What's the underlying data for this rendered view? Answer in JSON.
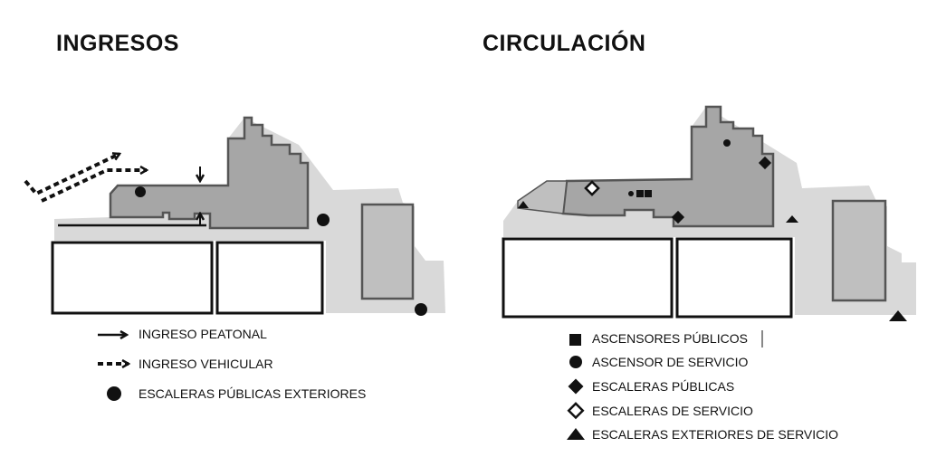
{
  "panels": {
    "ingresos": {
      "title": "INGRESOS",
      "legend": [
        {
          "symbol": "arrow-solid",
          "label": "INGRESO PEATONAL"
        },
        {
          "symbol": "arrow-dashed",
          "label": "INGRESO VEHICULAR"
        },
        {
          "symbol": "dot",
          "label": "ESCALERAS PÚBLICAS EXTERIORES"
        }
      ]
    },
    "circulacion": {
      "title": "CIRCULACIÓN",
      "legend": [
        {
          "symbol": "square",
          "label": "ASCENSORES PÚBLICOS"
        },
        {
          "symbol": "dot",
          "label": "ASCENSOR DE SERVICIO"
        },
        {
          "symbol": "diamond-filled",
          "label": "ESCALERAS PÚBLICAS"
        },
        {
          "symbol": "diamond-outline",
          "label": "ESCALERAS DE SERVICIO"
        },
        {
          "symbol": "triangle",
          "label": "ESCALERAS EXTERIORES DE SERVICIO"
        }
      ]
    }
  },
  "colors": {
    "site": "#d9d9d9",
    "building": "#a6a6a6",
    "outline": "#555555",
    "ink": "#111111"
  }
}
